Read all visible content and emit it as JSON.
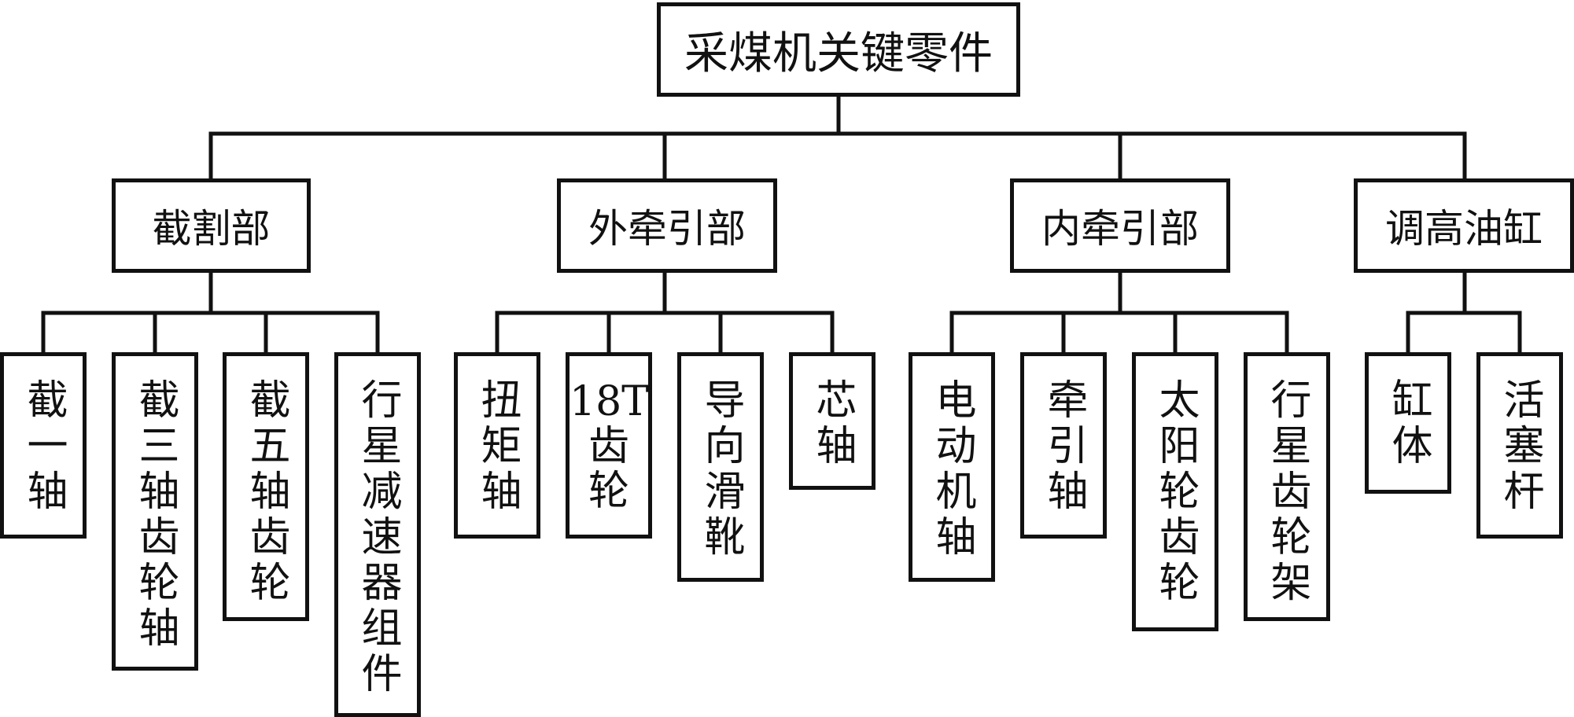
{
  "diagram": {
    "root": "采煤机关键零件",
    "groups": [
      {
        "label": "截割部",
        "children": [
          "截一轴",
          "截三轴齿轮轴",
          "截五轴齿轮",
          "行星减速器组件"
        ]
      },
      {
        "label": "外牵引部",
        "children": [
          "扭矩轴",
          "18T齿轮",
          "导向滑靴",
          "芯轴"
        ]
      },
      {
        "label": "内牵引部",
        "children": [
          "电动机轴",
          "牵引轴",
          "太阳轮齿轮",
          "行星齿轮架"
        ]
      },
      {
        "label": "调高油缸",
        "children": [
          "缸体",
          "活塞杆"
        ]
      }
    ],
    "special_leaf_lines": {
      "gear18T": [
        "18T",
        "齿轮"
      ]
    }
  }
}
